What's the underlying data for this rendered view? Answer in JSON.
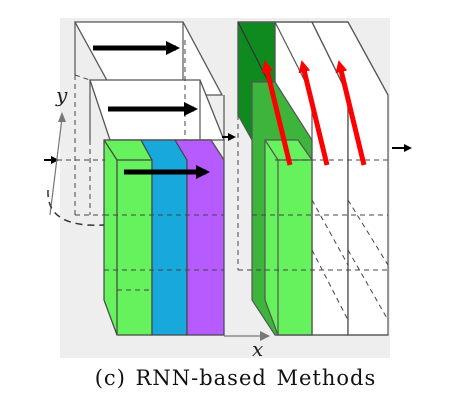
{
  "caption": "(c) RNN-based Methods",
  "axes": {
    "x_label": "x",
    "y_label": "y"
  },
  "colors": {
    "panel_background": "#eeeeee",
    "green": "#66f25c",
    "blue": "#17a9dc",
    "purple": "#b65cff",
    "dark_green": "#0f8a1e",
    "mid_green": "#3db53d",
    "black_arrow": "#000000",
    "red_arrow": "#ff0000"
  },
  "icons": [
    "black-arrow-icon",
    "red-arrow-icon",
    "dashed-arc-icon"
  ]
}
